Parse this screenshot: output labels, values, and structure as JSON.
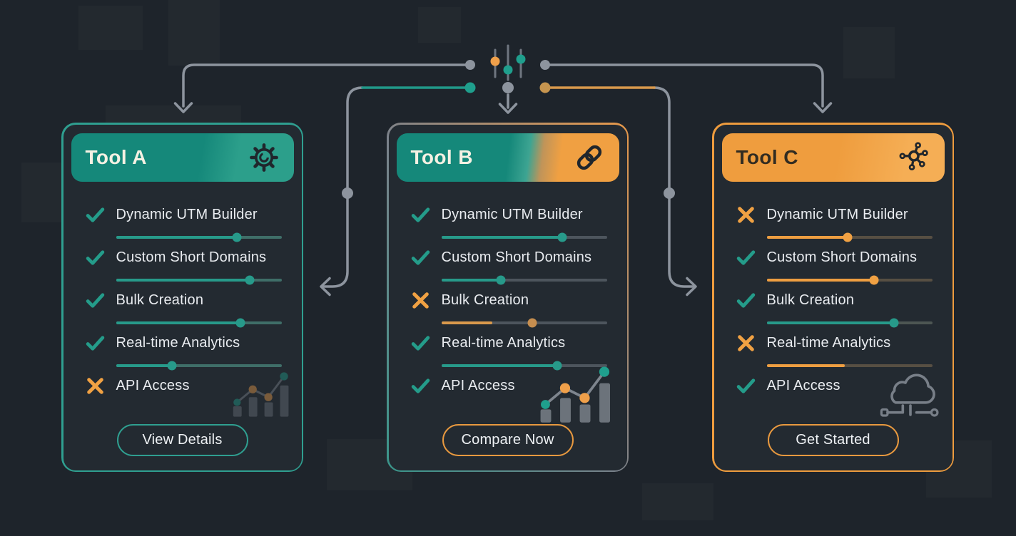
{
  "canvas": {
    "background": "#1e242b"
  },
  "palette": {
    "teal": "#279a8a",
    "orange": "#f0a143",
    "connector_gray": "#8d949e",
    "card_background": "#232a31",
    "text": "#e9ecf0"
  },
  "connectors": {
    "slider_icon": "filter-sliders-icon",
    "slider_dot_colors": [
      "#f0a04a",
      "#1f9f8d",
      "#1f9f8d"
    ],
    "left_branch_color": "#21998a",
    "right_branch_color": "#d9994c",
    "junction_dot_colors": [
      "#8d949e",
      "#1f9f8d",
      "#8d949e",
      "#c6954f"
    ]
  },
  "cards": [
    {
      "id": "tool-a",
      "title": "Tool A",
      "accent": "teal",
      "header_icon": "gear-icon",
      "footer_icon": "bar-chart-icon",
      "features": [
        {
          "label": "Dynamic UTM Builder",
          "status": "check",
          "bar": {
            "fill_pct": 73,
            "dot_pct": 73,
            "fill_color": "#279a8a",
            "dot_color": "#279a8a",
            "track_color": "#3f6e68"
          }
        },
        {
          "label": "Custom Short Domains",
          "status": "check",
          "bar": {
            "fill_pct": 81,
            "dot_pct": 81,
            "fill_color": "#279a8a",
            "dot_color": "#279a8a",
            "track_color": "#3f6e68"
          }
        },
        {
          "label": "Bulk Creation",
          "status": "check",
          "bar": {
            "fill_pct": 75,
            "dot_pct": 75,
            "fill_color": "#279a8a",
            "dot_color": "#279a8a",
            "track_color": "#3f6e68"
          }
        },
        {
          "label": "Real-time Analytics",
          "status": "check",
          "bar": {
            "fill_pct": 34,
            "dot_pct": 34,
            "fill_color": "#279a8a",
            "dot_color": "#279a8a",
            "track_color": "#3f6e68"
          }
        },
        {
          "label": "API Access",
          "status": "x",
          "bar": null
        }
      ],
      "button": {
        "label": "View Details",
        "border_color": "#2f9f90"
      }
    },
    {
      "id": "tool-b",
      "title": "Tool B",
      "accent": "blend",
      "header_icon": "link-icon",
      "footer_icon": "bar-chart-icon",
      "features": [
        {
          "label": "Dynamic UTM Builder",
          "status": "check",
          "bar": {
            "fill_pct": 73,
            "dot_pct": 73,
            "fill_color": "#279a8a",
            "dot_color": "#279a8a",
            "track_color": "#4d555d"
          }
        },
        {
          "label": "Custom Short Domains",
          "status": "check",
          "bar": {
            "fill_pct": 36,
            "dot_pct": 36,
            "fill_color": "#279a8a",
            "dot_color": "#279a8a",
            "track_color": "#4d555d"
          }
        },
        {
          "label": "Bulk Creation",
          "status": "x",
          "bar": {
            "fill_pct": 31,
            "dot_pct": 55,
            "fill_color": "#d9994c",
            "dot_color": "#c68e4f",
            "track_color": "#4d555d"
          }
        },
        {
          "label": "Real-time Analytics",
          "status": "check",
          "bar": {
            "fill_pct": 70,
            "dot_pct": 70,
            "fill_color": "#279a8a",
            "dot_color": "#279a8a",
            "track_color": "#4d555d"
          }
        },
        {
          "label": "API Access",
          "status": "check",
          "bar": null
        }
      ],
      "button": {
        "label": "Compare Now",
        "border_color": "#e8993f"
      }
    },
    {
      "id": "tool-c",
      "title": "Tool C",
      "accent": "orange",
      "header_icon": "network-hub-icon",
      "footer_icon": "cloud-circuit-icon",
      "features": [
        {
          "label": "Dynamic UTM Builder",
          "status": "x",
          "bar": {
            "fill_pct": 49,
            "dot_pct": 49,
            "fill_color": "#ee9e41",
            "dot_color": "#f0a143",
            "track_color": "#574f43"
          }
        },
        {
          "label": "Custom Short Domains",
          "status": "check",
          "bar": {
            "fill_pct": 65,
            "dot_pct": 65,
            "fill_color": "#ee9e41",
            "dot_color": "#f0a143",
            "track_color": "#574f43"
          }
        },
        {
          "label": "Bulk Creation",
          "status": "check",
          "bar": {
            "fill_pct": 77,
            "dot_pct": 77,
            "fill_color": "#279a8a",
            "dot_color": "#279a8a",
            "track_color": "#4d5653"
          }
        },
        {
          "label": "Real-time Analytics",
          "status": "x",
          "bar": {
            "fill_pct": 47,
            "dot_pct": null,
            "fill_color": "#ee9e41",
            "dot_color": null,
            "track_color": "#574f43"
          }
        },
        {
          "label": "API Access",
          "status": "check",
          "bar": null
        }
      ],
      "button": {
        "label": "Get Started",
        "border_color": "#e8993f"
      }
    }
  ]
}
